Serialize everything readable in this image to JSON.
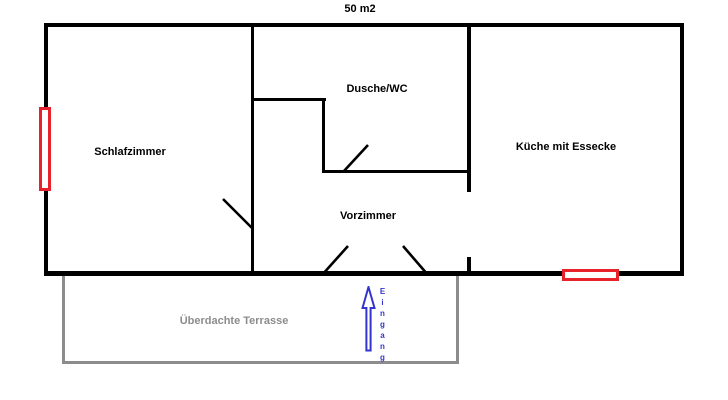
{
  "title": "50 m2",
  "rooms": {
    "schlafzimmer": "Schlafzimmer",
    "dusche_wc": "Dusche/WC",
    "kueche": "Küche mit Essecke",
    "vorzimmer": "Vorzimmer",
    "terrasse": "Überdachte Terrasse"
  },
  "entrance": {
    "label": "Eingang"
  },
  "colors": {
    "wall": "#000000",
    "window": "#e8222a",
    "terrace": "#8c8c8c",
    "terrace_text": "#8c8c8c",
    "entrance_blue": "#3434cf"
  }
}
